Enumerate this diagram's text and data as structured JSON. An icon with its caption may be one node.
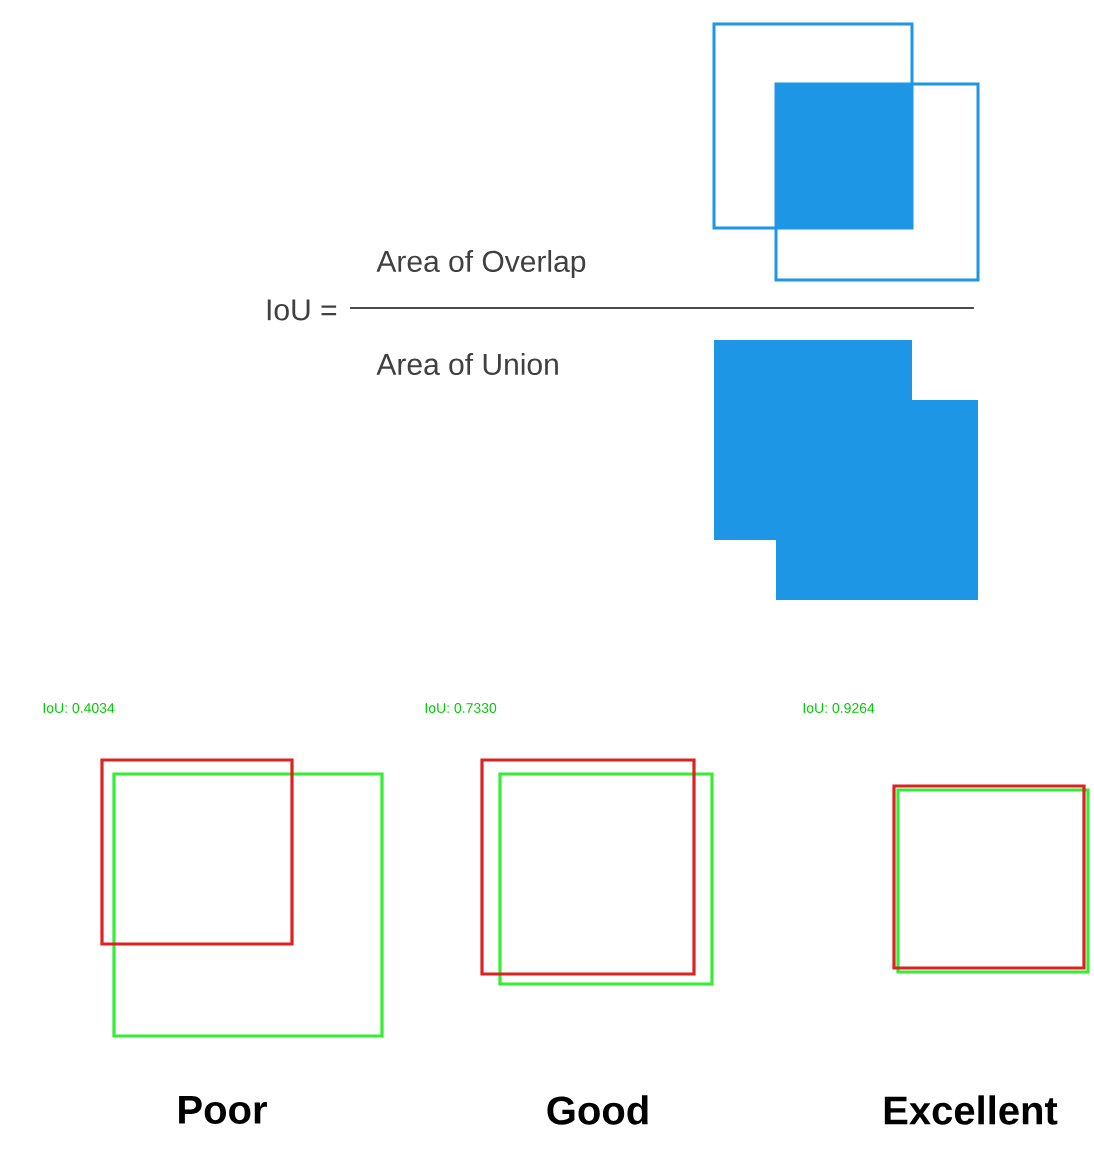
{
  "diagram": {
    "labels": [
      "Area of Overlap",
      "IoU =",
      "Area of Union",
      "IoU: 0.4034",
      "IoU: 0.7330",
      "IoU: 0.9264",
      "Poor",
      "Good",
      "Excellent"
    ]
  }
}
